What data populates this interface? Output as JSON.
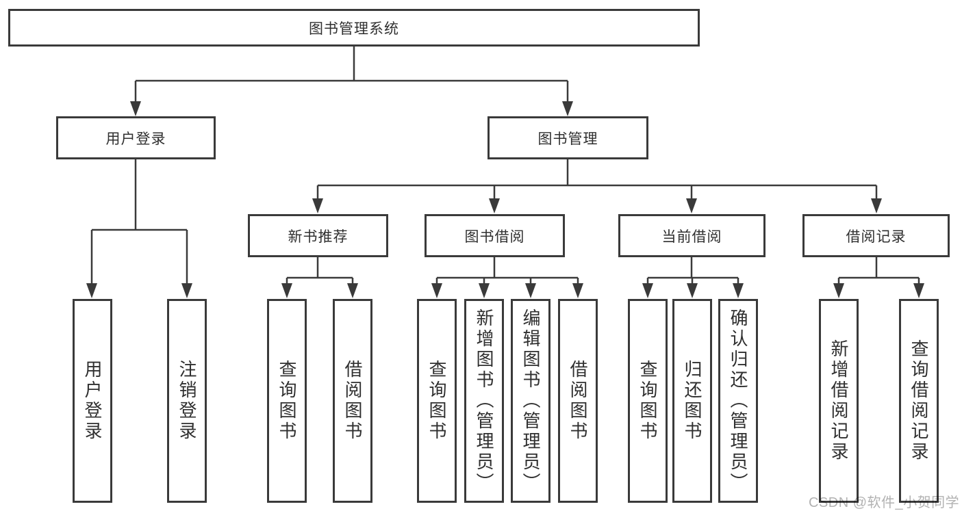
{
  "nodes": {
    "root": {
      "label": "图书管理系统"
    },
    "level2": [
      {
        "id": "user-login",
        "label": "用户登录"
      },
      {
        "id": "book-management",
        "label": "图书管理"
      }
    ],
    "level3": [
      {
        "id": "new-book-recommend",
        "label": "新书推荐",
        "parent": "图书管理"
      },
      {
        "id": "book-borrow",
        "label": "图书借阅",
        "parent": "图书管理"
      },
      {
        "id": "current-borrow",
        "label": "当前借阅",
        "parent": "图书管理"
      },
      {
        "id": "borrow-record",
        "label": "借阅记录",
        "parent": "图书管理"
      }
    ],
    "leaves": [
      {
        "label": "用户登录",
        "parent": "用户登录"
      },
      {
        "label": "注销登录",
        "parent": "用户登录"
      },
      {
        "label": "查询图书",
        "parent": "新书推荐"
      },
      {
        "label": "借阅图书",
        "parent": "新书推荐"
      },
      {
        "label": "查询图书",
        "parent": "图书借阅"
      },
      {
        "label": "新增图书（管理员）",
        "parent": "图书借阅"
      },
      {
        "label": "编辑图书（管理员）",
        "parent": "图书借阅"
      },
      {
        "label": "借阅图书",
        "parent": "图书借阅"
      },
      {
        "label": "查询图书",
        "parent": "当前借阅"
      },
      {
        "label": "归还图书",
        "parent": "当前借阅"
      },
      {
        "label": "确认归还（管理员）",
        "parent": "当前借阅"
      },
      {
        "label": "新增借阅记录",
        "parent": "借阅记录"
      },
      {
        "label": "查询借阅记录",
        "parent": "借阅记录"
      }
    ]
  },
  "watermark": "CSDN @软件_小贺同学",
  "colors": {
    "line": "#3a3a3a",
    "box_border": "#3a3a3a",
    "box_fill": "#ffffff",
    "text": "#2f2f2f",
    "watermark": "#b2b2b2",
    "background": "#ffffff"
  }
}
